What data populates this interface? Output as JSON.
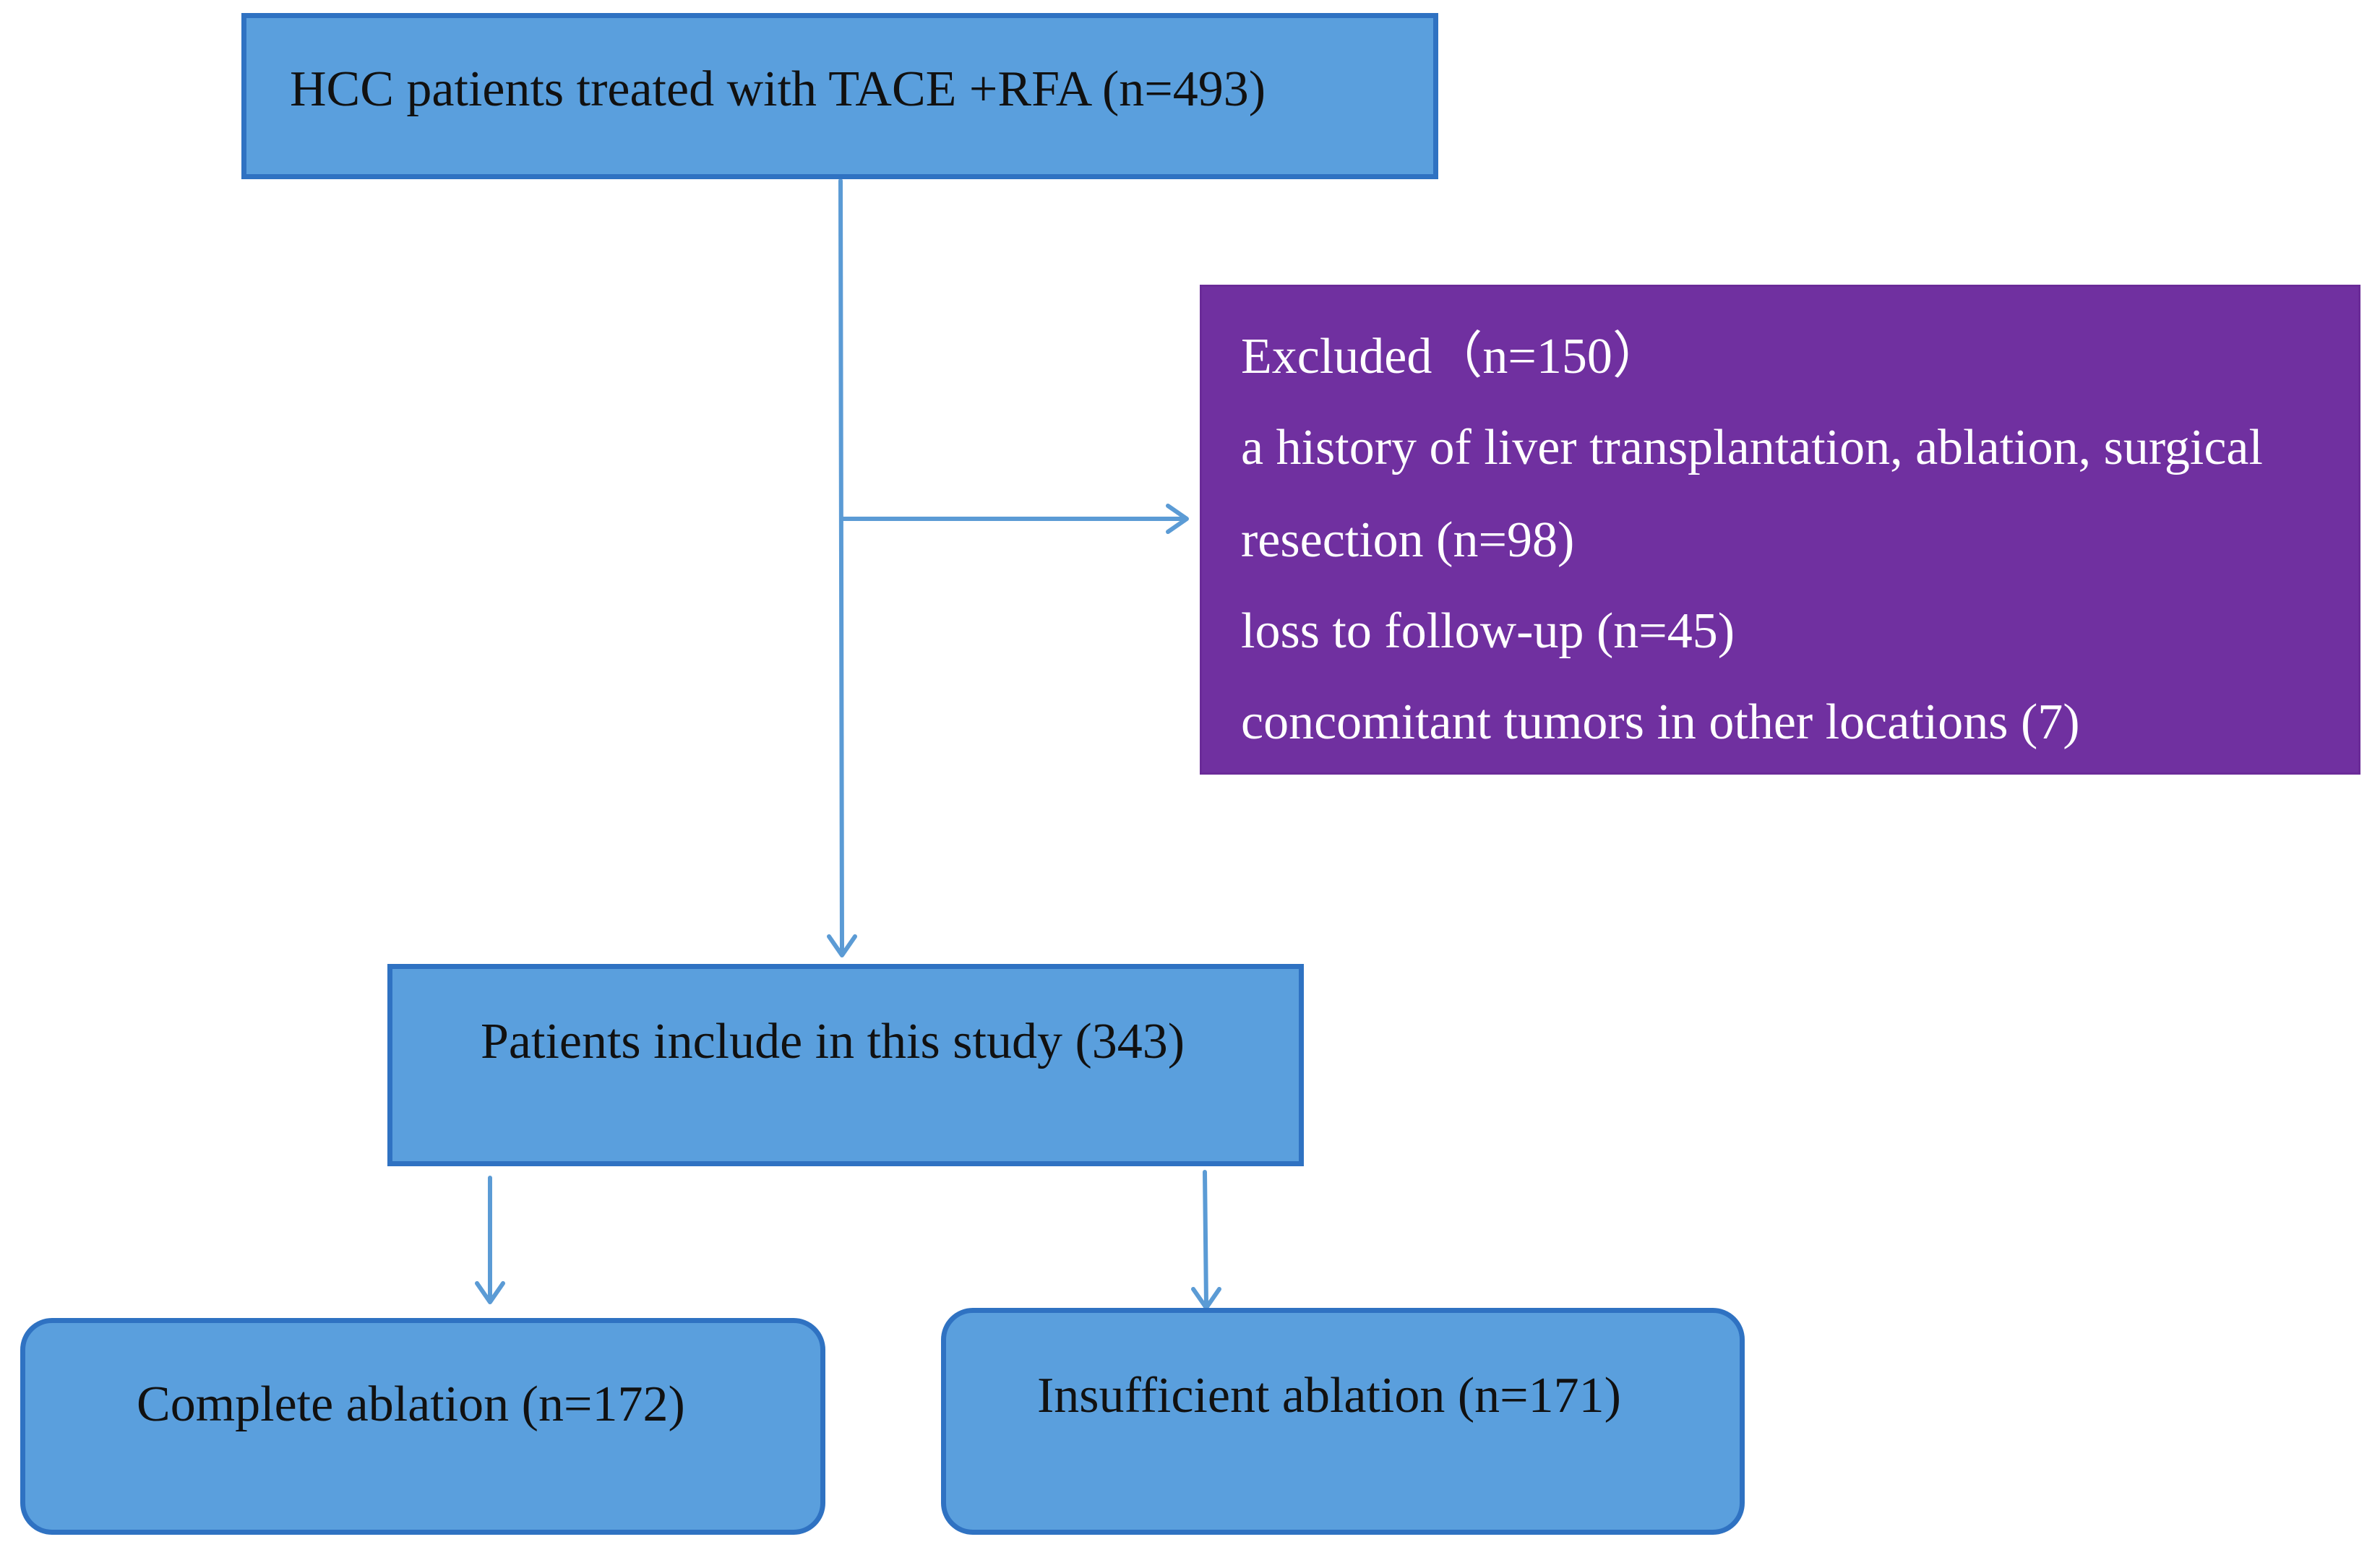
{
  "boxes": {
    "top": "HCC patients treated with TACE +RFA (n=493)",
    "excluded": {
      "title": "Excluded（n=150）",
      "lines": [
        "a history of liver transplantation, ablation, surgical",
        "resection (n=98)",
        "loss to follow-up (n=45)",
        "concomitant tumors in other locations (7)"
      ]
    },
    "included": "Patients include in this study (343)",
    "complete": "Complete ablation (n=172)",
    "insufficient": "Insufficient ablation (n=171)"
  },
  "colors": {
    "box_fill": "#5a9fdd",
    "box_border": "#2f72c2",
    "excluded_fill": "#7030a0",
    "arrow": "#5b9bd5"
  }
}
